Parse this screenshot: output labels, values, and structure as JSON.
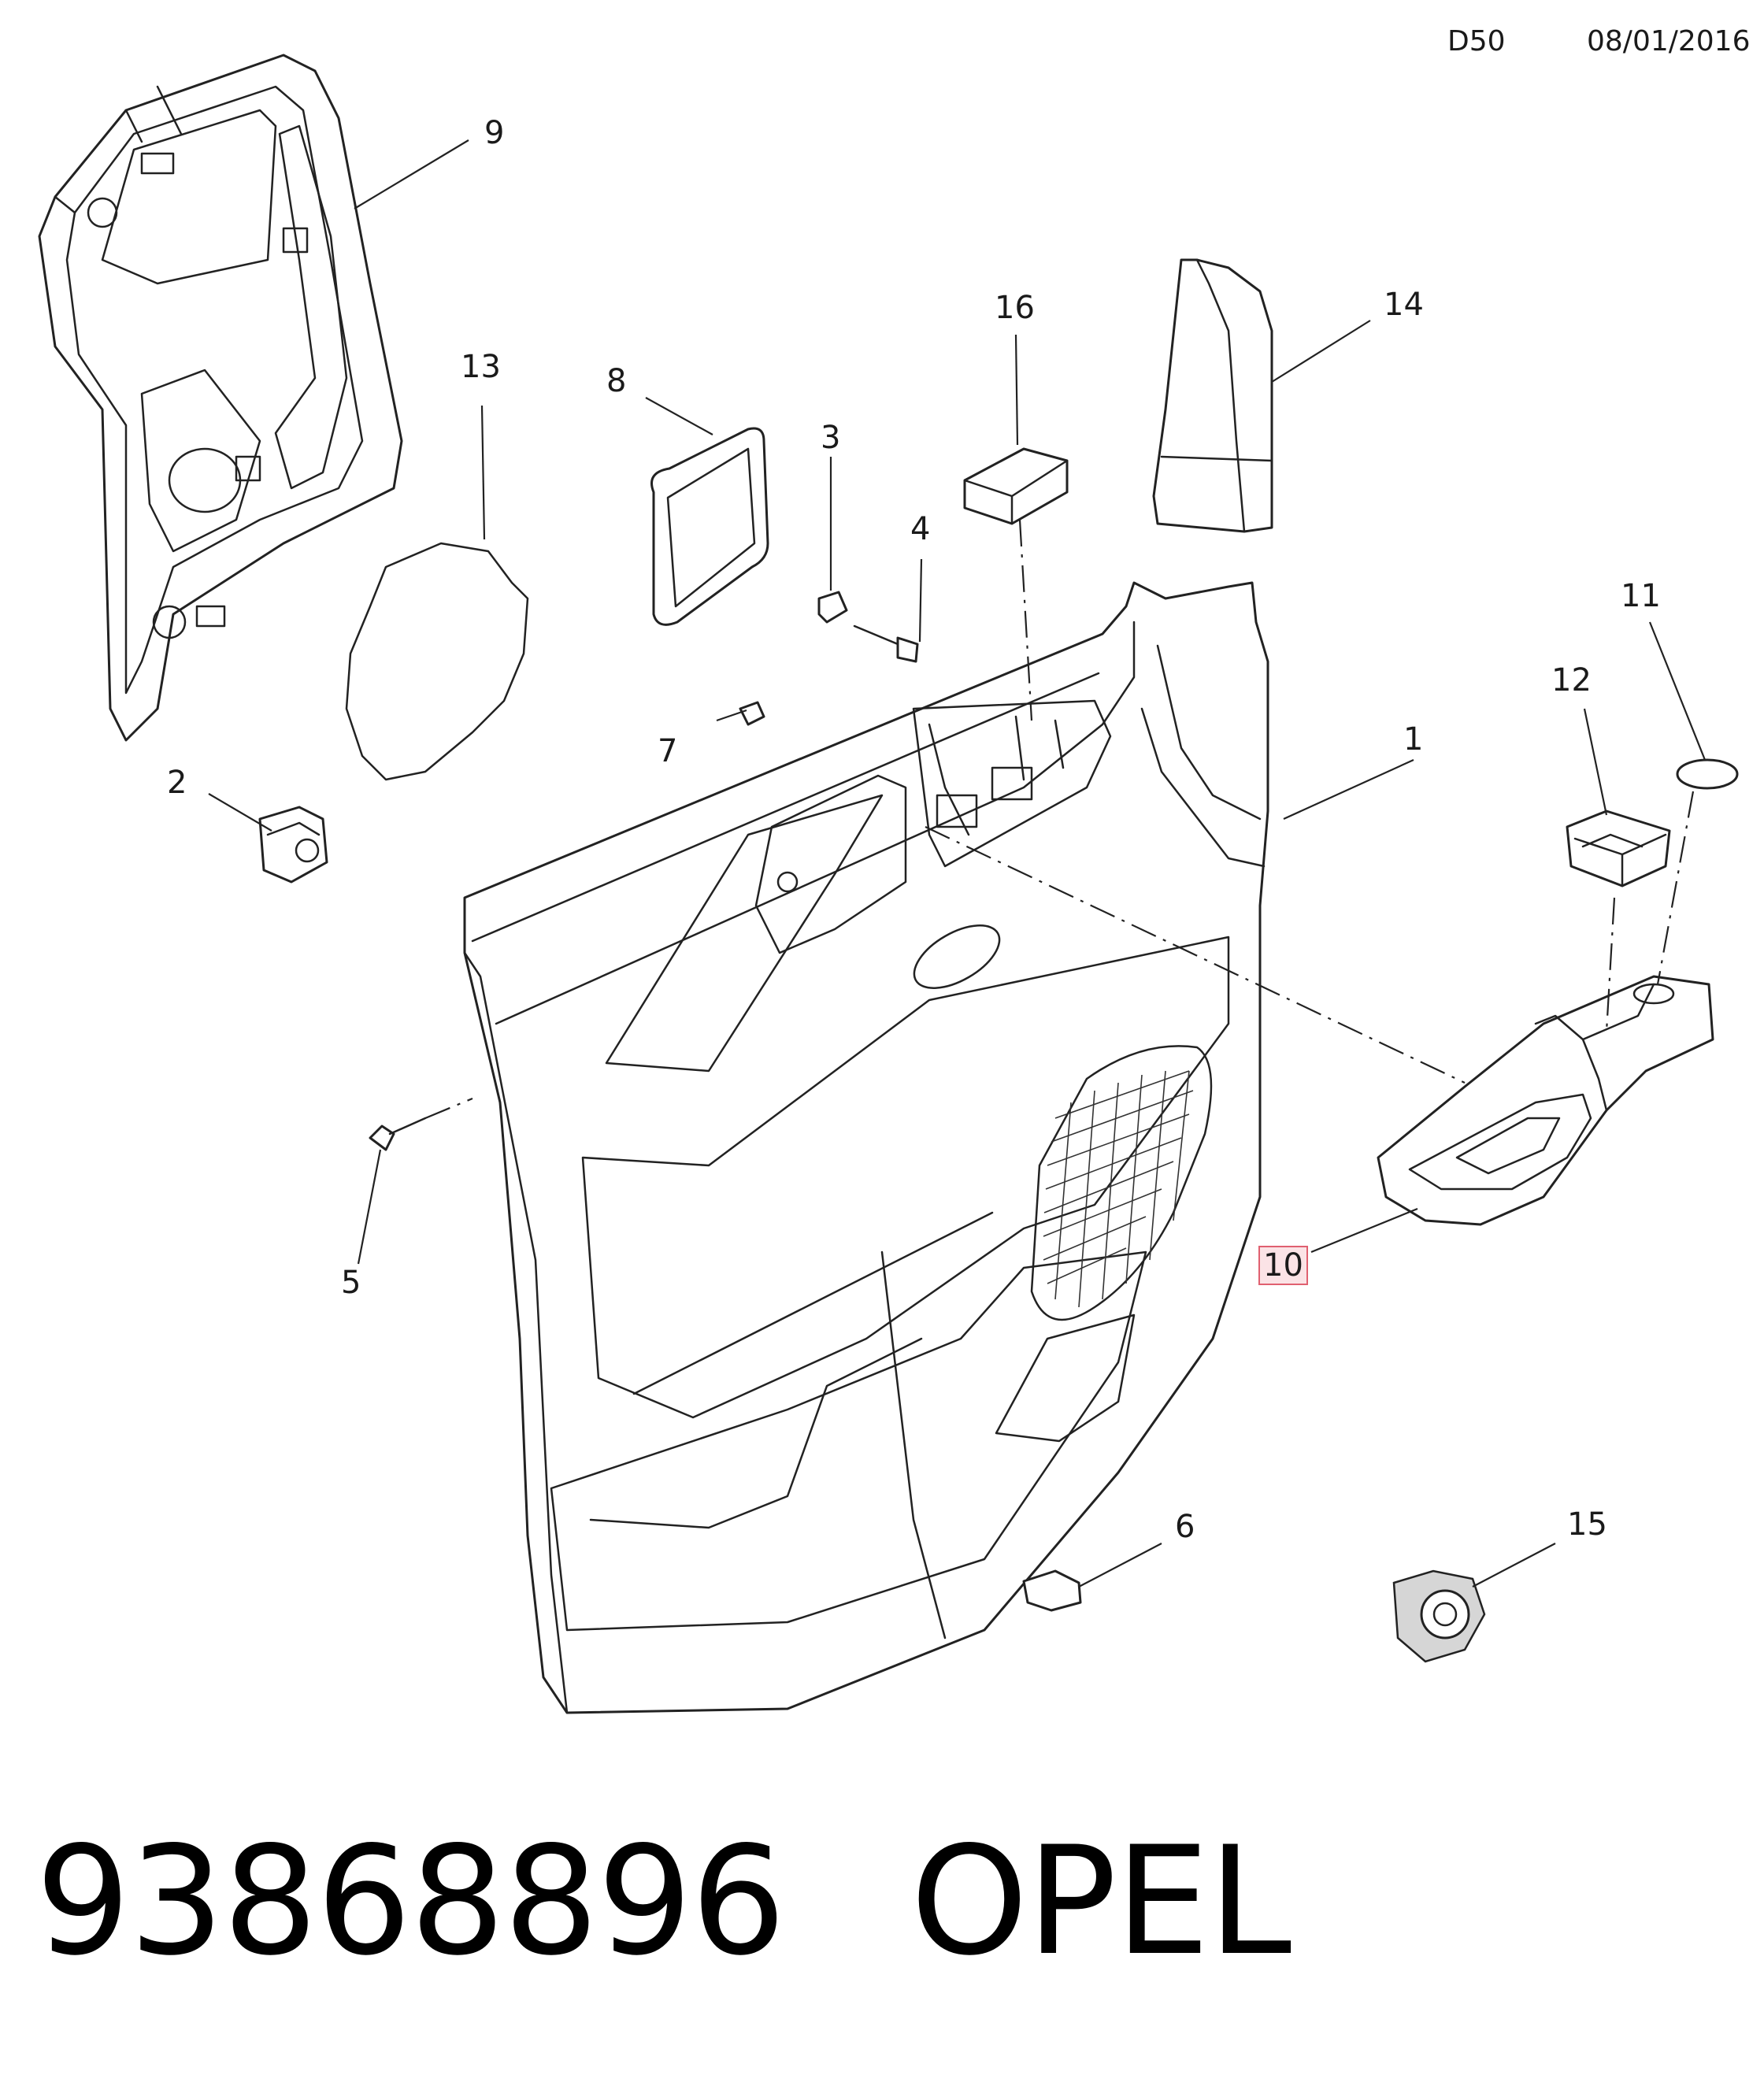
{
  "header": {
    "code": "D50",
    "date": "08/01/2016"
  },
  "callouts": [
    {
      "id": "1",
      "label": "1"
    },
    {
      "id": "2",
      "label": "2"
    },
    {
      "id": "3",
      "label": "3"
    },
    {
      "id": "4",
      "label": "4"
    },
    {
      "id": "5",
      "label": "5"
    },
    {
      "id": "6",
      "label": "6"
    },
    {
      "id": "7",
      "label": "7"
    },
    {
      "id": "8",
      "label": "8"
    },
    {
      "id": "9",
      "label": "9"
    },
    {
      "id": "10",
      "label": "10",
      "highlighted": true
    },
    {
      "id": "11",
      "label": "11"
    },
    {
      "id": "12",
      "label": "12"
    },
    {
      "id": "13",
      "label": "13"
    },
    {
      "id": "14",
      "label": "14"
    },
    {
      "id": "15",
      "label": "15"
    },
    {
      "id": "16",
      "label": "16"
    }
  ],
  "footer": {
    "part_number": "93868896",
    "brand": "OPEL"
  },
  "colors": {
    "line": "#222222",
    "highlight_border": "#e06070",
    "highlight_fill": "#fbe3e6"
  }
}
